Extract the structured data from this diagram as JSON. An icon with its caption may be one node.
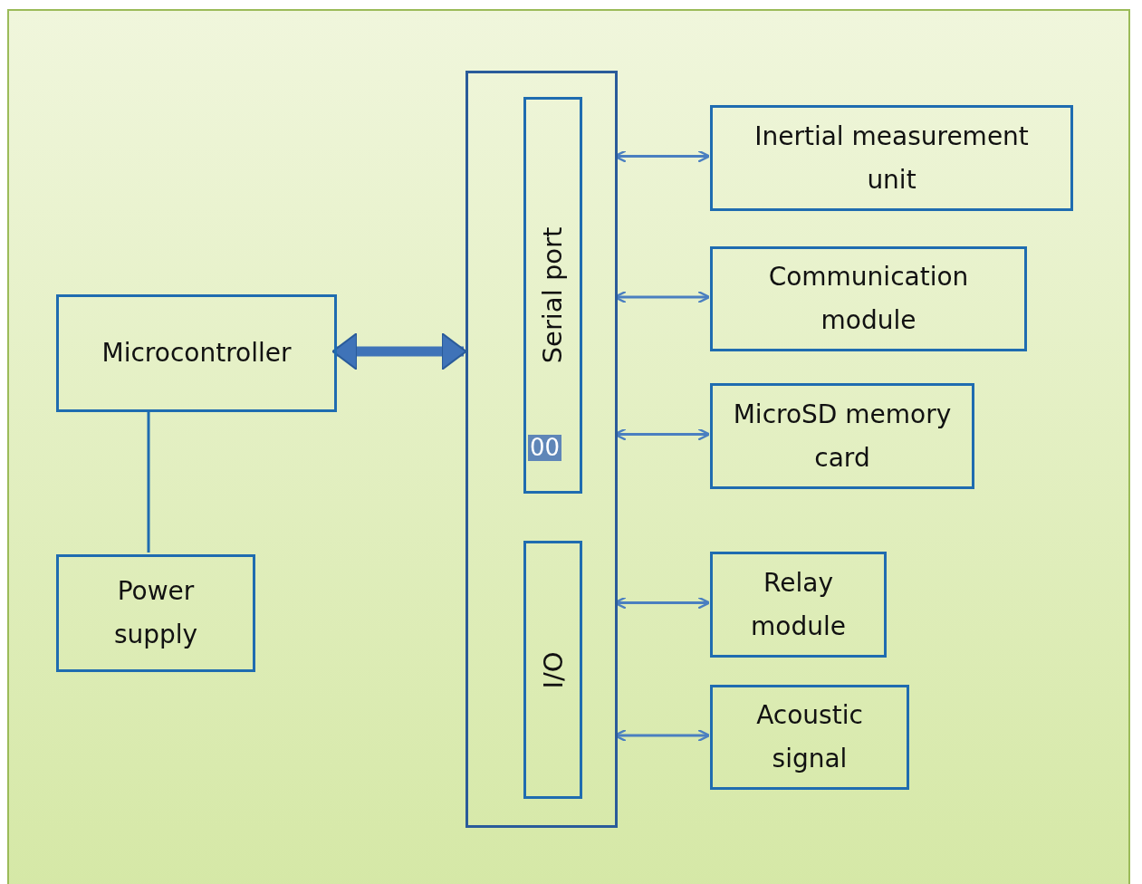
{
  "diagram": {
    "nodes": [
      {
        "text": [],
        "shape": "box"
      },
      {
        "text": [
          "Serial port"
        ],
        "in": 0
      },
      {
        "text": [
          "I/O"
        ],
        "in": 0
      },
      {
        "text": [
          "Microcontroller"
        ]
      },
      {
        "text": [
          "Power supply"
        ]
      },
      {
        "text": [
          "Inertial measurement unit"
        ]
      },
      {
        "text": [
          "Communication module"
        ]
      },
      {
        "text": [
          "MicroSD memory card"
        ]
      },
      {
        "text": [
          "Relay module"
        ]
      },
      {
        "text": [
          "Acoustic signal"
        ]
      }
    ],
    "edges": [
      {
        "from": 3,
        "to": 0,
        "arrow": "both",
        "style": "thick"
      },
      {
        "from": 3,
        "to": 4,
        "arrow": "none"
      },
      {
        "from": 0,
        "to": 5,
        "arrow": "both"
      },
      {
        "from": 0,
        "to": 6,
        "arrow": "both"
      },
      {
        "from": 0,
        "to": 7,
        "arrow": "both"
      },
      {
        "from": 0,
        "to": 8,
        "arrow": "both"
      },
      {
        "from": 0,
        "to": 9,
        "arrow": "both"
      }
    ],
    "labels": [
      "00"
    ]
  }
}
